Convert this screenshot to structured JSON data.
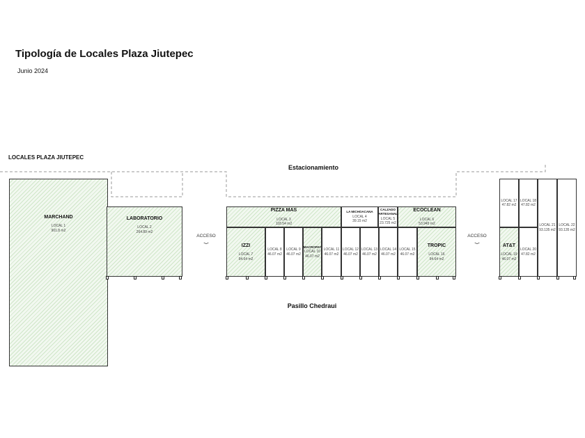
{
  "title": "Tipología de Locales Plaza Jiutepec",
  "subtitle": "Junio 2024",
  "plan_label": "LOCALES PLAZA JIUTEPEC",
  "top_zone": "Estacionamiento",
  "bottom_zone": "Pasillo Chedraui",
  "access_label": "ACCESO",
  "hatch_color": "#cfe6c8",
  "units": [
    {
      "tenant": "MARCHAND",
      "local": "LOCAL 1",
      "area": "901.8 m2"
    },
    {
      "tenant": "LABORATORIO",
      "local": "LOCAL 2",
      "area": "264.89 m2"
    },
    {
      "tenant": "PIZZA MAS",
      "local": "LOCAL 3",
      "area": "118.54 m2"
    },
    {
      "tenant": "LA MICHOACANA",
      "local": "LOCAL 4",
      "area": "39.15 m2"
    },
    {
      "tenant": "CALZADO ARTESANAL",
      "local": "LOCAL 5",
      "area": "23.725 m2"
    },
    {
      "tenant": "ECOCLEAN",
      "local": "LOCAL 6",
      "area": "53.945 m2"
    },
    {
      "tenant": "IZZI",
      "local": "LOCAL 7",
      "area": "94.64 m2"
    },
    {
      "tenant": "",
      "local": "LOCAL 8",
      "area": "46.07 m2"
    },
    {
      "tenant": "",
      "local": "LOCAL 9",
      "area": "46.07 m2"
    },
    {
      "tenant": "MACROPAY",
      "local": "LOCAL 10",
      "area": "46.07 m2"
    },
    {
      "tenant": "",
      "local": "LOCAL 11",
      "area": "46.07 m2"
    },
    {
      "tenant": "",
      "local": "LOCAL 12",
      "area": "46.07 m2"
    },
    {
      "tenant": "",
      "local": "LOCAL 13",
      "area": "46.07 m2"
    },
    {
      "tenant": "",
      "local": "LOCAL 14",
      "area": "46.07 m2"
    },
    {
      "tenant": "",
      "local": "LOCAL 15",
      "area": "46.07 m2"
    },
    {
      "tenant": "TROPIC",
      "local": "LOCAL 16",
      "area": "94.64 m2"
    },
    {
      "tenant": "",
      "local": "LOCAL 17",
      "area": "47.82 m2"
    },
    {
      "tenant": "",
      "local": "LOCAL 18",
      "area": "47.82 m2"
    },
    {
      "tenant": "AT&T",
      "local": "LOCAL 19",
      "area": "46.07 m2"
    },
    {
      "tenant": "",
      "local": "LOCAL 20",
      "area": "47.82 m2"
    },
    {
      "tenant": "",
      "local": "LOCAL 21",
      "area": "93.135 m2"
    },
    {
      "tenant": "",
      "local": "LOCAL 22",
      "area": "93.135 m2"
    }
  ]
}
